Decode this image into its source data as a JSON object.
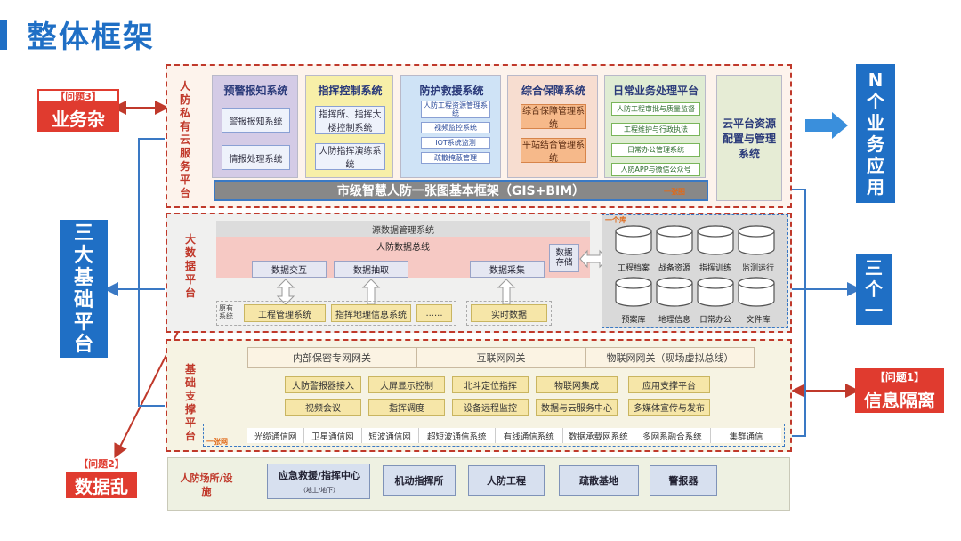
{
  "page": {
    "title": "整体框架"
  },
  "problems": {
    "p3": {
      "tag": "【问题3】",
      "label": "业务杂"
    },
    "p2": {
      "tag": "【问题2】",
      "label": "数据乱"
    },
    "p1": {
      "tag": "【问题1】",
      "label": "信息隔离"
    }
  },
  "right_labels": {
    "n_apps": "N个业务应用",
    "three_one": "三个一"
  },
  "left_label": "三大基础平台",
  "layer1": {
    "label": "人防私有云服务平台",
    "systems": [
      {
        "title": "预警报知系统",
        "items": [
          "警报报知系统",
          "情报处理系统"
        ]
      },
      {
        "title": "指挥控制系统",
        "items": [
          "指挥所、指挥大楼控制系统",
          "人防指挥演练系统"
        ]
      },
      {
        "title": "防护救援系统",
        "items": [
          "人防工程资源管理系统",
          "视频监控系统",
          "IOT系统监测",
          "疏散掩蔽管理"
        ]
      },
      {
        "title": "综合保障系统",
        "items": [
          "综合保障管理系统",
          "平站结合管理系统"
        ]
      },
      {
        "title": "日常业务处理平台",
        "items": [
          "人防工程审批与质量监督",
          "工程维护与行政执法",
          "日常办公管理系统",
          "人防APP与微信公众号"
        ]
      }
    ],
    "cloud": "云平台资源配置与管理系统",
    "gis_bar": "市级智慧人防一张图基本框架（GIS+BIM）",
    "one_map": "一张图"
  },
  "layer2": {
    "label": "大数据平台",
    "source_mgmt": "源数据管理系统",
    "data_bus": "人防数据总线",
    "exchange": "数据交互",
    "extract": "数据抽取",
    "collect": "数据采集",
    "storage": "数据存储",
    "legacy_label": "原有系统",
    "legacy_items": [
      "工程管理系统",
      "指挥地理信息系统",
      "......"
    ],
    "realtime": "实时数据",
    "one_lib": "一个库",
    "dbs": [
      "工程档案",
      "战备资源",
      "指挥训练",
      "监测运行",
      "预案库",
      "地理信息",
      "日常办公",
      "文件库"
    ]
  },
  "layer3": {
    "label": "基础支撑平台",
    "gateways": [
      "内部保密专网网关",
      "互联网网关",
      "物联网网关（现场虚拟总线）"
    ],
    "row1": [
      "人防警报器接入",
      "大屏显示控制",
      "北斗定位指挥",
      "物联网集成",
      "应用支撑平台"
    ],
    "row2": [
      "视频会议",
      "指挥调度",
      "设备远程监控",
      "数据与云服务中心",
      "多媒体宣传与发布"
    ],
    "one_net": "一张网",
    "networks": [
      "光缆通信网",
      "卫星通信网",
      "短波通信网",
      "超短波通信系统",
      "有线通信系统",
      "数据承载网系统",
      "多网系融合系统",
      "集群通信"
    ]
  },
  "layer4": {
    "label": "人防场所/设施",
    "facilities": [
      "应急救援/指挥中心",
      "机动指挥所",
      "人防工程",
      "疏散基地",
      "警报器"
    ],
    "facility_sub": "（地上/地下）"
  },
  "colors": {
    "accent": "#1f6fc5",
    "alert": "#e03b2f",
    "dash": "#c0392b"
  }
}
